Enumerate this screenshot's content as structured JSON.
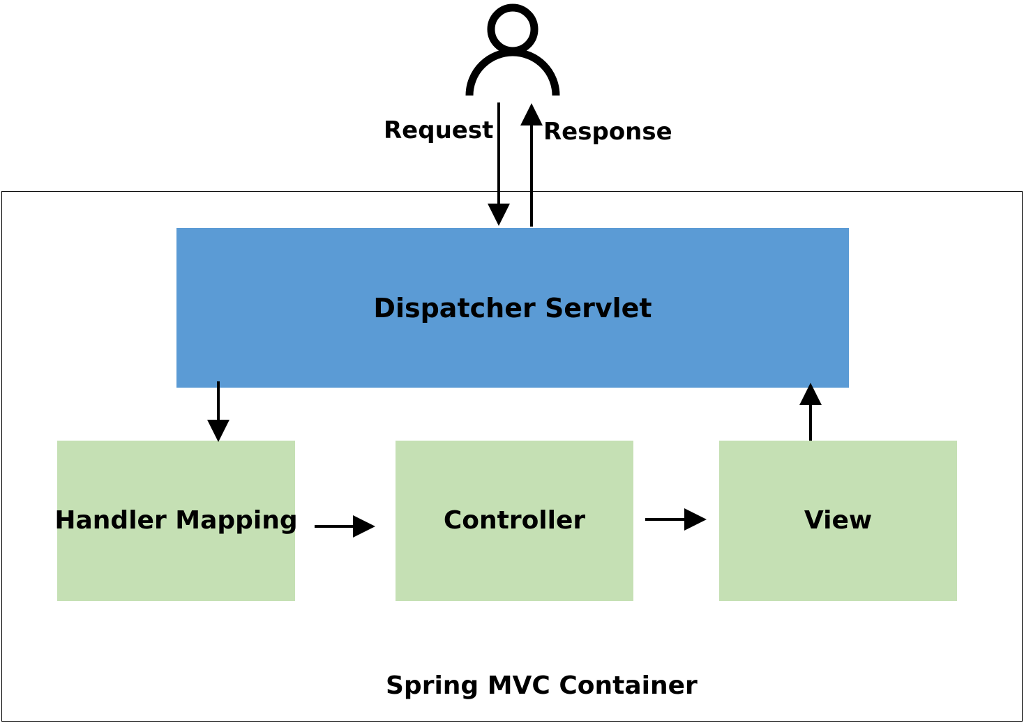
{
  "user": {
    "icon": "user-icon"
  },
  "flow": {
    "request_label": "Request",
    "response_label": "Response"
  },
  "container": {
    "label": "Spring MVC Container"
  },
  "components": {
    "dispatcher": {
      "label": "Dispatcher Servlet"
    },
    "handler_mapping": {
      "label": "Handler Mapping"
    },
    "controller": {
      "label": "Controller"
    },
    "view": {
      "label": "View"
    }
  },
  "colors": {
    "dispatcher_fill": "#5b9bd5",
    "component_fill": "#c5e0b4",
    "stroke": "#000000"
  }
}
